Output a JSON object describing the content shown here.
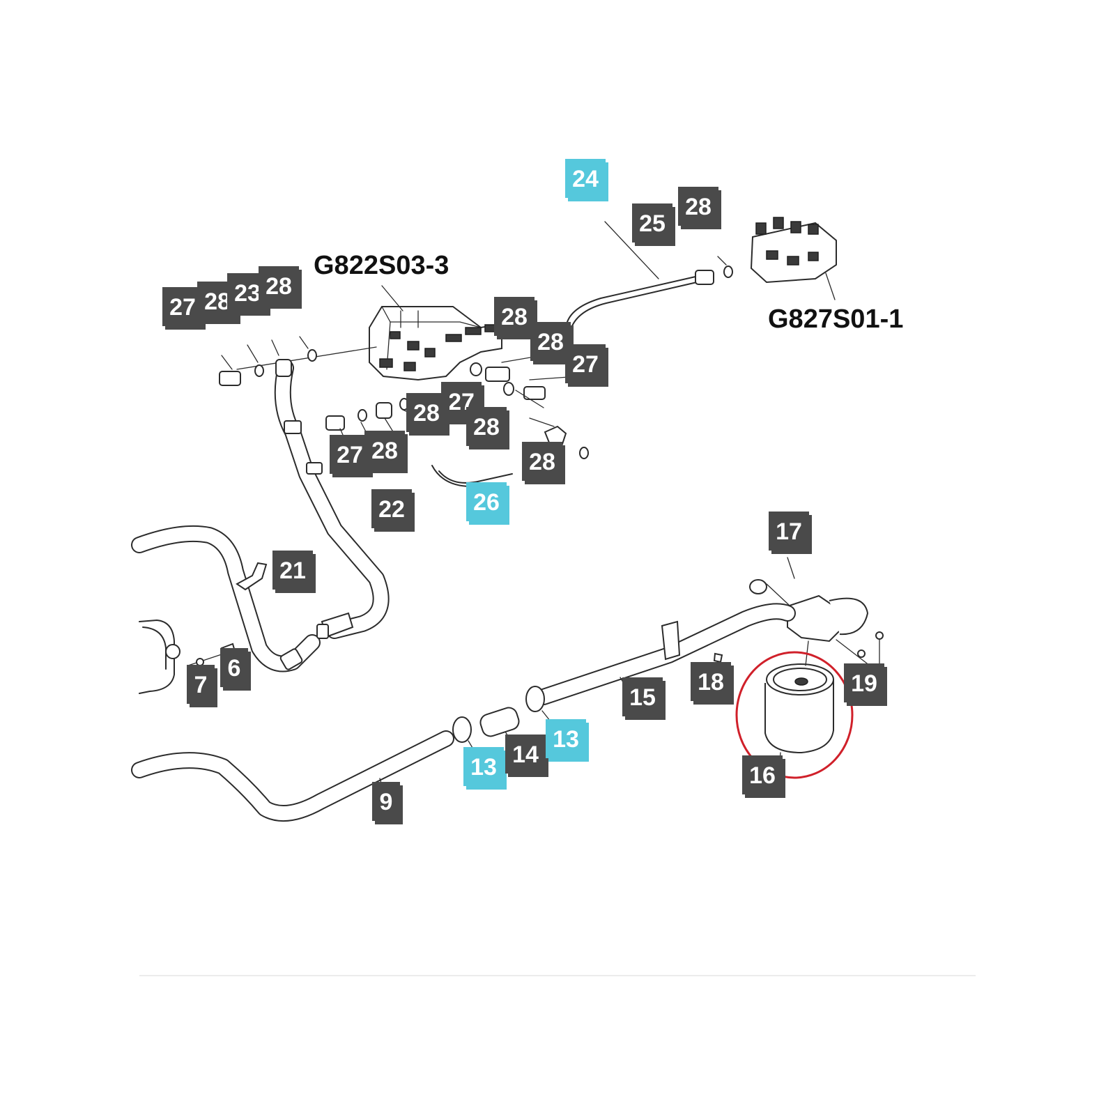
{
  "diagram": {
    "references": {
      "valve_upper": "G822S03-3",
      "valve_right": "G827S01-1"
    },
    "callouts": [
      {
        "id": "c24",
        "label": "24",
        "highlight": true
      },
      {
        "id": "c25",
        "label": "25",
        "highlight": false
      },
      {
        "id": "c28a",
        "label": "28",
        "highlight": false
      },
      {
        "id": "c27a",
        "label": "27",
        "highlight": false
      },
      {
        "id": "c28b",
        "label": "28",
        "highlight": false
      },
      {
        "id": "c23",
        "label": "23",
        "highlight": false
      },
      {
        "id": "c28c",
        "label": "28",
        "highlight": false
      },
      {
        "id": "c28d",
        "label": "28",
        "highlight": false
      },
      {
        "id": "c28e",
        "label": "28",
        "highlight": false
      },
      {
        "id": "c27b",
        "label": "27",
        "highlight": false
      },
      {
        "id": "c27c",
        "label": "27",
        "highlight": false
      },
      {
        "id": "c28f",
        "label": "28",
        "highlight": false
      },
      {
        "id": "c28g",
        "label": "28",
        "highlight": false
      },
      {
        "id": "c27d",
        "label": "27",
        "highlight": false
      },
      {
        "id": "c28h",
        "label": "28",
        "highlight": false
      },
      {
        "id": "c28i",
        "label": "28",
        "highlight": false
      },
      {
        "id": "c26",
        "label": "26",
        "highlight": true
      },
      {
        "id": "c22",
        "label": "22",
        "highlight": false
      },
      {
        "id": "c21",
        "label": "21",
        "highlight": false
      },
      {
        "id": "c17",
        "label": "17",
        "highlight": false
      },
      {
        "id": "c6",
        "label": "6",
        "highlight": false
      },
      {
        "id": "c7",
        "label": "7",
        "highlight": false
      },
      {
        "id": "c18",
        "label": "18",
        "highlight": false
      },
      {
        "id": "c19",
        "label": "19",
        "highlight": false
      },
      {
        "id": "c15",
        "label": "15",
        "highlight": false
      },
      {
        "id": "c13a",
        "label": "13",
        "highlight": true
      },
      {
        "id": "c14",
        "label": "14",
        "highlight": false
      },
      {
        "id": "c13b",
        "label": "13",
        "highlight": true
      },
      {
        "id": "c16",
        "label": "16",
        "highlight": false
      },
      {
        "id": "c9",
        "label": "9",
        "highlight": false
      }
    ],
    "highlighted_part": "16",
    "colors": {
      "callout": "#4a4a4a",
      "callout_highlight": "#55c8dc",
      "marker": "#d0202a"
    }
  }
}
